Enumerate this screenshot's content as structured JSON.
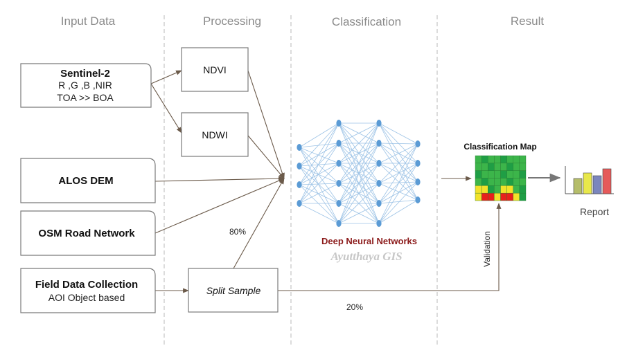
{
  "columns": [
    "Input Data",
    "Processing",
    "Classification",
    "Result"
  ],
  "inputs": {
    "sentinel": {
      "title": "Sentinel-2",
      "line1": "R ,G ,B ,NIR",
      "line2": "TOA >> BOA"
    },
    "alos": {
      "title": "ALOS DEM"
    },
    "osm": {
      "title": "OSM Road Network"
    },
    "field": {
      "title": "Field Data Collection",
      "line1": "AOI Object based"
    }
  },
  "processing": {
    "ndvi": "NDVI",
    "ndwi": "NDWI",
    "split": "Split Sample"
  },
  "percent_train": "80%",
  "percent_valid": "20%",
  "classification": {
    "label": "Deep Neural Networks",
    "watermark": "Ayutthaya GIS"
  },
  "result": {
    "map_title": "Classification Map",
    "report": "Report",
    "validation": "Validation"
  },
  "colors": {
    "neuron": "#5b9bd5",
    "edge": "#9dc3e6",
    "arrow": "#6b5a4a",
    "dnn_text": "#8b1a1a",
    "map_green_dark": "#1f9e45",
    "map_green": "#3cb54a",
    "map_yellow": "#f2e22a",
    "map_red": "#e8201c",
    "report_bars": [
      "#b5bd6a",
      "#e8e84a",
      "#7b86bd",
      "#e65a5a"
    ]
  },
  "report_values": [
    0.55,
    0.75,
    0.65,
    0.9
  ]
}
